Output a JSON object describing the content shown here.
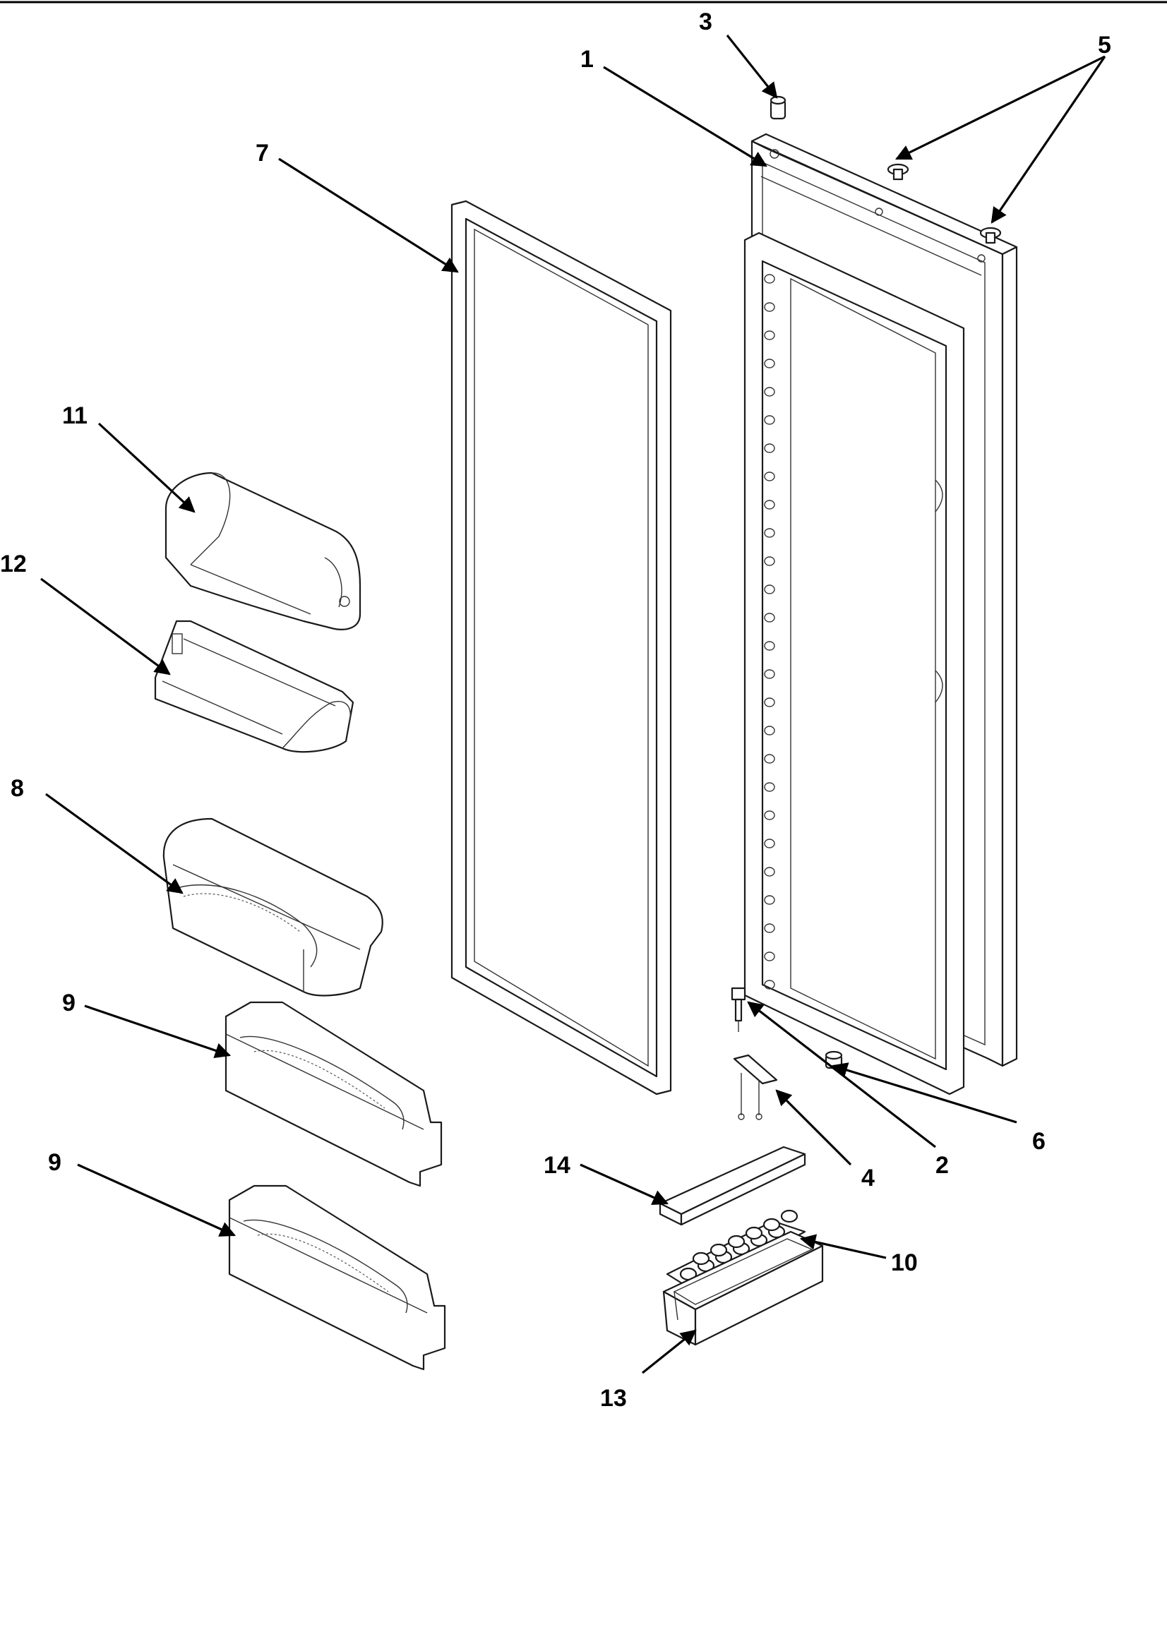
{
  "diagram": {
    "callouts": [
      "1",
      "2",
      "3",
      "4",
      "5",
      "6",
      "7",
      "8",
      "9",
      "9",
      "10",
      "11",
      "12",
      "13",
      "14"
    ]
  }
}
